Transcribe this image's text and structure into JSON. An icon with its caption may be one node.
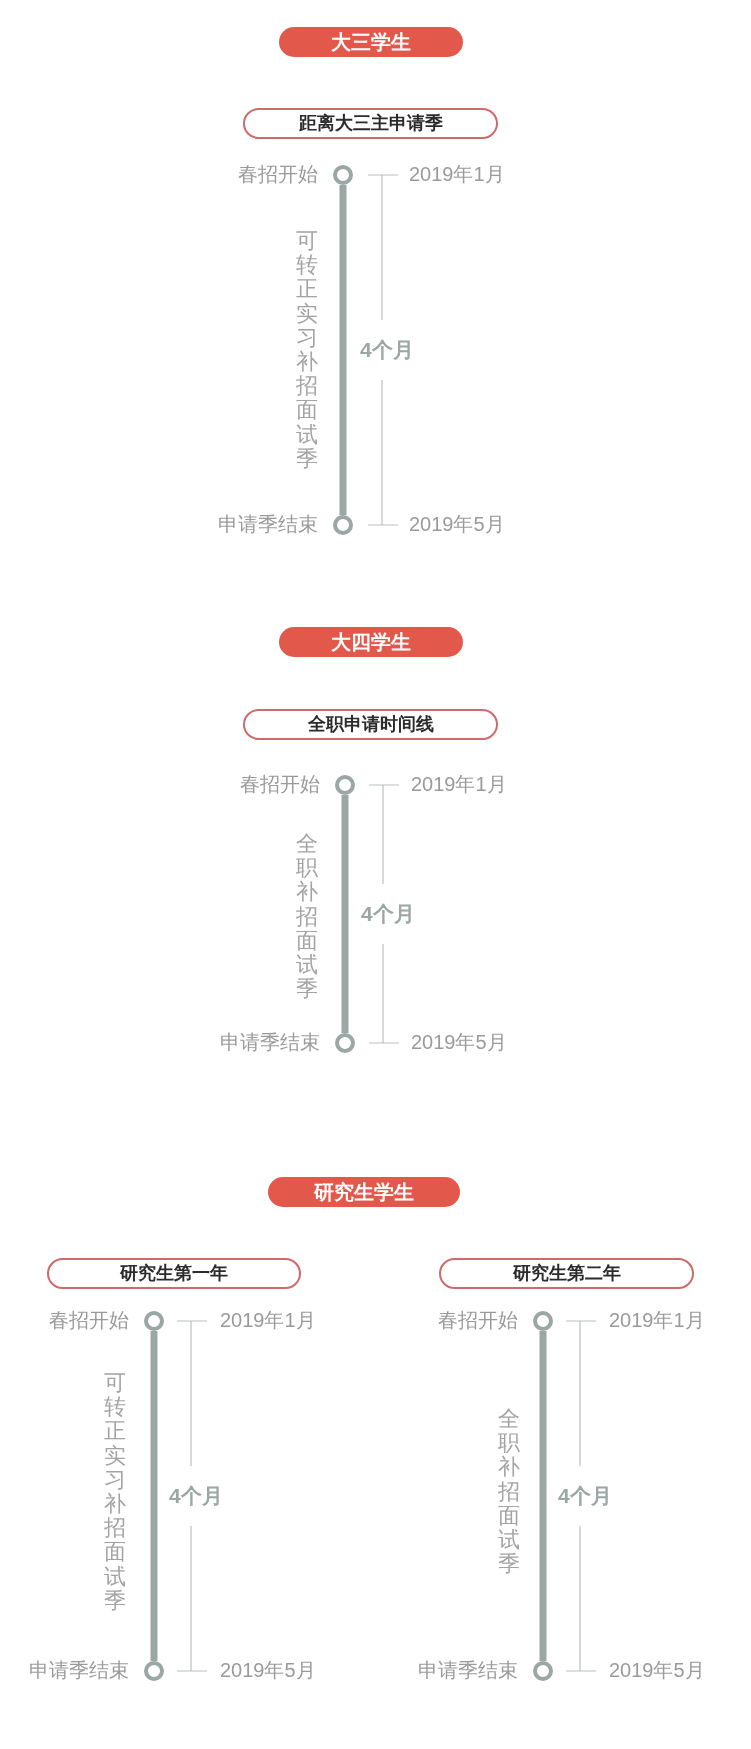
{
  "diagram": {
    "nodes": [
      {
        "text": [
          "大三学生"
        ]
      },
      {
        "text": [
          "距离大三主申请季"
        ]
      },
      {
        "text": [],
        "shape": "circle",
        "beside": [
          "春招开始"
        ]
      },
      {
        "text": [],
        "shape": "circle",
        "beside": [
          "申请季结束",
          "2019年5月"
        ]
      },
      {
        "text": [
          "大四学生"
        ]
      },
      {
        "text": [
          "全职申请时间线"
        ]
      },
      {
        "text": [],
        "shape": "circle",
        "beside": [
          "春招开始"
        ]
      },
      {
        "text": [],
        "shape": "circle",
        "beside": [
          "申请季结束",
          "2019年5月"
        ]
      },
      {
        "text": [
          "研究生学生"
        ]
      },
      {
        "text": [
          "研究生第一年"
        ]
      },
      {
        "text": [
          "研究生第二年"
        ]
      },
      {
        "text": [],
        "shape": "circle",
        "beside": [
          "春招开始"
        ]
      },
      {
        "text": [],
        "shape": "circle",
        "beside": [
          "申请季结束",
          "2019年5月"
        ]
      },
      {
        "text": [],
        "shape": "circle",
        "beside": [
          "春招开始"
        ]
      },
      {
        "text": [],
        "shape": "circle",
        "beside": [
          "申请季结束",
          "2019年5月"
        ]
      }
    ],
    "edges": [
      {
        "from": 2,
        "to": 3,
        "arrow": "none"
      },
      {
        "from": 6,
        "to": 7,
        "arrow": "none"
      },
      {
        "from": 11,
        "to": 12,
        "arrow": "none"
      },
      {
        "from": 13,
        "to": 14,
        "arrow": "none"
      }
    ],
    "labels": [
      "2019年1月",
      "可转正实习补招面试季",
      "4个月",
      "2019年1月",
      "全职补招面试季",
      "4个月",
      "2019年1月",
      "2019年1月",
      "可转正实习补招面试季",
      "4个月",
      "全职补招面试季",
      "4个月"
    ]
  }
}
